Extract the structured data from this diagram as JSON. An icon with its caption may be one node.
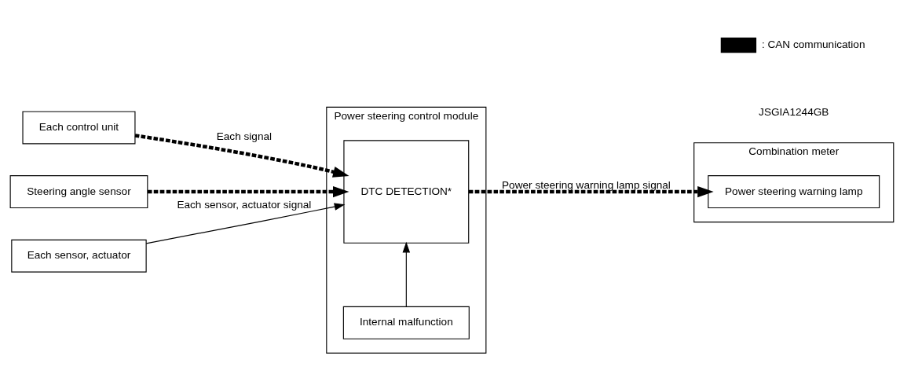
{
  "diagram": {
    "nodes": [
      {
        "text": [
          "Each control unit"
        ]
      },
      {
        "text": [
          "Steering angle sensor"
        ]
      },
      {
        "text": [
          "Each sensor, actuator"
        ]
      },
      {
        "text": [
          "Power steering control module"
        ]
      },
      {
        "text": [
          "DTC DETECTION*"
        ],
        "in": 3
      },
      {
        "text": [
          "Internal malfunction"
        ],
        "in": 3
      },
      {
        "text": [
          "Combination meter"
        ]
      },
      {
        "text": [
          "Power steering warning lamp"
        ],
        "in": 6
      }
    ],
    "edges": [
      {
        "from": 0,
        "to": 4,
        "arrow": "to",
        "label": "Each signal",
        "style": "dashed"
      },
      {
        "from": 1,
        "to": 4,
        "arrow": "to",
        "style": "dashed"
      },
      {
        "from": 2,
        "to": 4,
        "arrow": "to",
        "label": "Each sensor, actuator signal"
      },
      {
        "from": 5,
        "to": 4,
        "arrow": "to"
      },
      {
        "from": 4,
        "to": 7,
        "arrow": "to",
        "label": "Power steering warning lamp signal",
        "style": "dashed"
      }
    ],
    "labels": [
      "JSGIA1244GB"
    ],
    "legend": [
      {
        "text": ": CAN communication"
      }
    ]
  }
}
